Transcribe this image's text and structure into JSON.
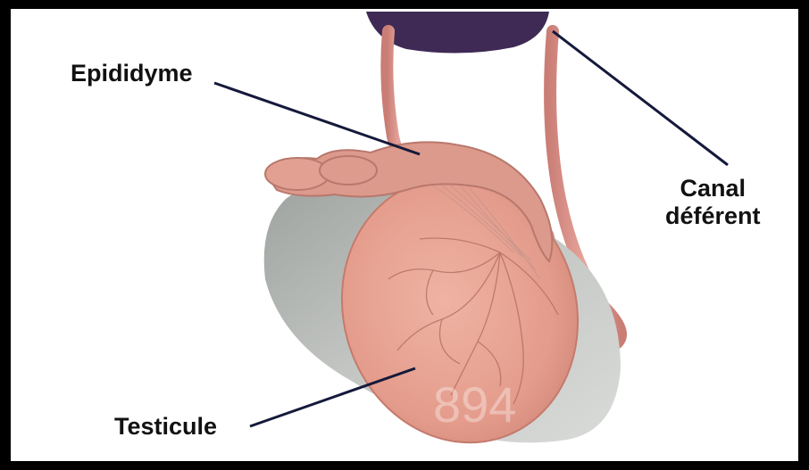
{
  "labels": {
    "epididyme": "Epididyme",
    "canal_line1": "Canal",
    "canal_line2": "déférent",
    "testicule": "Testicule"
  },
  "watermark": "894",
  "colors": {
    "frame": "#000000",
    "leader_line": "#15193a",
    "testis_tissue": "#e8a495",
    "tunica": "#b9bcb8",
    "duct": "#d98e86",
    "upper_mass": "#3f2a55"
  }
}
